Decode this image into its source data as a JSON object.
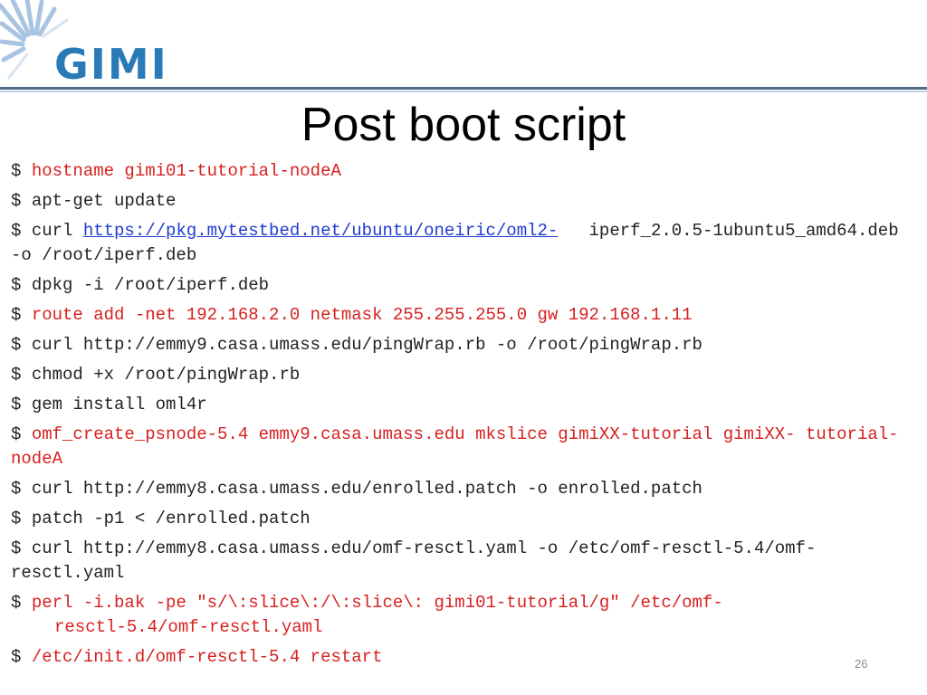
{
  "logo": {
    "text": "GIMI"
  },
  "title": "Post boot script",
  "prompt": "$",
  "commands": [
    {
      "text": "hostname gimi01-tutorial-nodeA"
    },
    {
      "text": "apt-get update"
    },
    {
      "pre": "curl ",
      "link": "https://pkg.mytestbed.net/ubuntu/oneiric/oml2-",
      "post": "   iperf_2.0.5-1ubuntu5_amd64.deb -o /root/iperf.deb"
    },
    {
      "text": "dpkg -i /root/iperf.deb"
    },
    {
      "text": "route add -net 192.168.2.0 netmask 255.255.255.0 gw 192.168.1.11"
    },
    {
      "text": "curl http://emmy9.casa.umass.edu/pingWrap.rb -o /root/pingWrap.rb"
    },
    {
      "text": "chmod +x /root/pingWrap.rb"
    },
    {
      "text": "gem install oml4r"
    },
    {
      "text": "omf_create_psnode-5.4 emmy9.casa.umass.edu mkslice gimiXX-tutorial gimiXX- tutorial-nodeA"
    },
    {
      "text": "curl http://emmy8.casa.umass.edu/enrolled.patch -o enrolled.patch"
    },
    {
      "text": "patch -p1 < /enrolled.patch"
    },
    {
      "text": "curl http://emmy8.casa.umass.edu/omf-resctl.yaml -o /etc/omf-resctl-5.4/omf-   resctl.yaml"
    },
    {
      "text": "perl -i.bak -pe \"s/\\:slice\\:/\\:slice\\: gimi01-tutorial/g\" /etc/omf-",
      "cont": "resctl-5.4/omf-resctl.yaml"
    },
    {
      "text": "/etc/init.d/omf-resctl-5.4 restart"
    }
  ],
  "page_number": "26",
  "colors": {
    "red_command": "#d62020",
    "plain_command": "#222222",
    "link": "#1f3ccf",
    "logo_blue": "#2a7ab8",
    "rule": "#4f6a8a"
  }
}
